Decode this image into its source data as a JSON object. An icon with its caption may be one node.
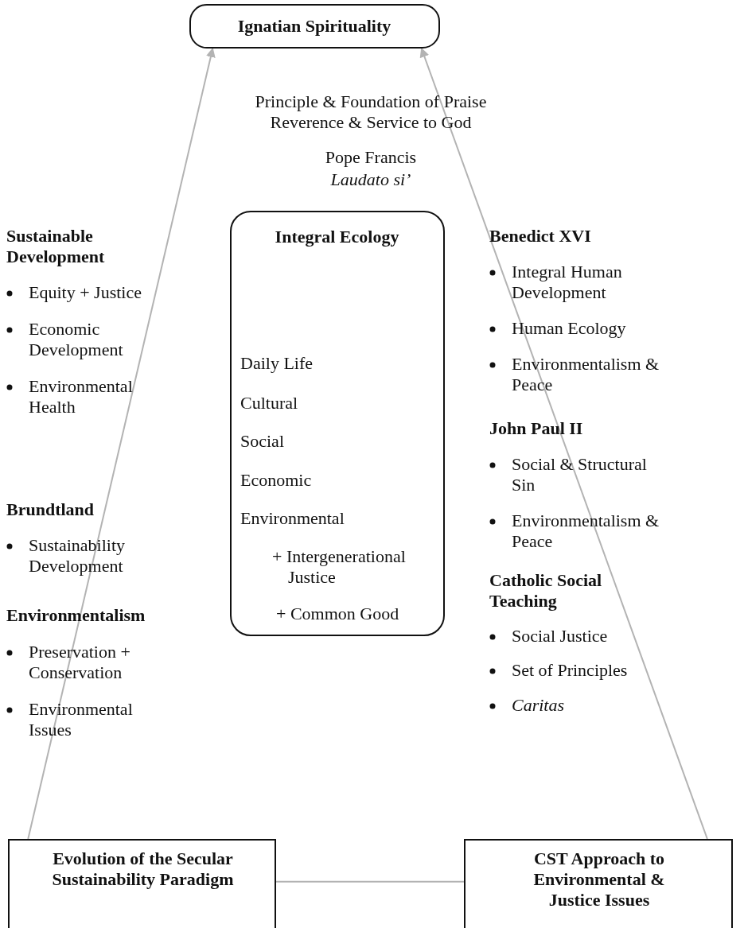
{
  "diagram": {
    "nodes": [
      {
        "text": [
          "Ignatian Spirituality"
        ]
      },
      {
        "text": [
          "Integral Ecology",
          "Daily Life",
          "Cultural",
          "Social",
          "Economic",
          "Environmental",
          "+ Intergenerational Justice",
          "+ Common Good"
        ]
      },
      {
        "text": [
          "Evolution of the Secular Sustainability Paradigm"
        ]
      },
      {
        "text": [
          "CST Approach to Environmental & Justice Issues"
        ]
      }
    ],
    "edges": [
      {
        "from": 2,
        "to": 0,
        "arrow": "to"
      },
      {
        "from": 3,
        "to": 0,
        "arrow": "to"
      },
      {
        "from": 2,
        "to": 3,
        "arrow": "none"
      }
    ],
    "labels": [
      "Principle & Foundation of Praise",
      "Reverence & Service to God",
      "Pope Francis",
      "Laudato si’",
      "Sustainable Development",
      "Equity + Justice",
      "Economic Development",
      "Environmental Health",
      "Brundtland",
      "Sustainability Development",
      "Environmentalism",
      "Preservation + Conservation",
      "Environmental Issues",
      "Benedict XVI",
      "Integral Human Development",
      "Human Ecology",
      "Environmentalism & Peace",
      "John Paul II",
      "Social & Structural Sin",
      "Environmentalism & Peace",
      "Catholic Social Teaching",
      "Social Justice",
      "Set of Principles",
      "Caritas"
    ]
  }
}
